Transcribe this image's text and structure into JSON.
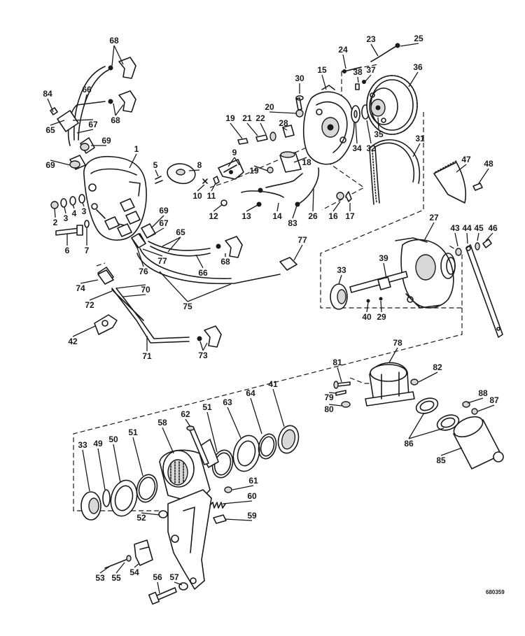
{
  "diagram_code": "680359",
  "part_numbers": [
    "1",
    "2",
    "3",
    "4",
    "5",
    "6",
    "7",
    "8",
    "9",
    "10",
    "11",
    "12",
    "13",
    "14",
    "15",
    "16",
    "17",
    "18",
    "19",
    "20",
    "21",
    "22",
    "23",
    "24",
    "25",
    "26",
    "27",
    "28",
    "29",
    "30",
    "31",
    "32",
    "33",
    "34",
    "35",
    "36",
    "37",
    "38",
    "39",
    "40",
    "41",
    "42",
    "43",
    "44",
    "45",
    "46",
    "47",
    "48",
    "49",
    "50",
    "51",
    "52",
    "53",
    "54",
    "55",
    "56",
    "57",
    "58",
    "59",
    "60",
    "61",
    "62",
    "63",
    "64",
    "65",
    "66",
    "67",
    "68",
    "69",
    "70",
    "71",
    "72",
    "73",
    "74",
    "75",
    "76",
    "77",
    "78",
    "79",
    "80",
    "81",
    "82",
    "83",
    "84",
    "85",
    "86",
    "87",
    "88"
  ]
}
